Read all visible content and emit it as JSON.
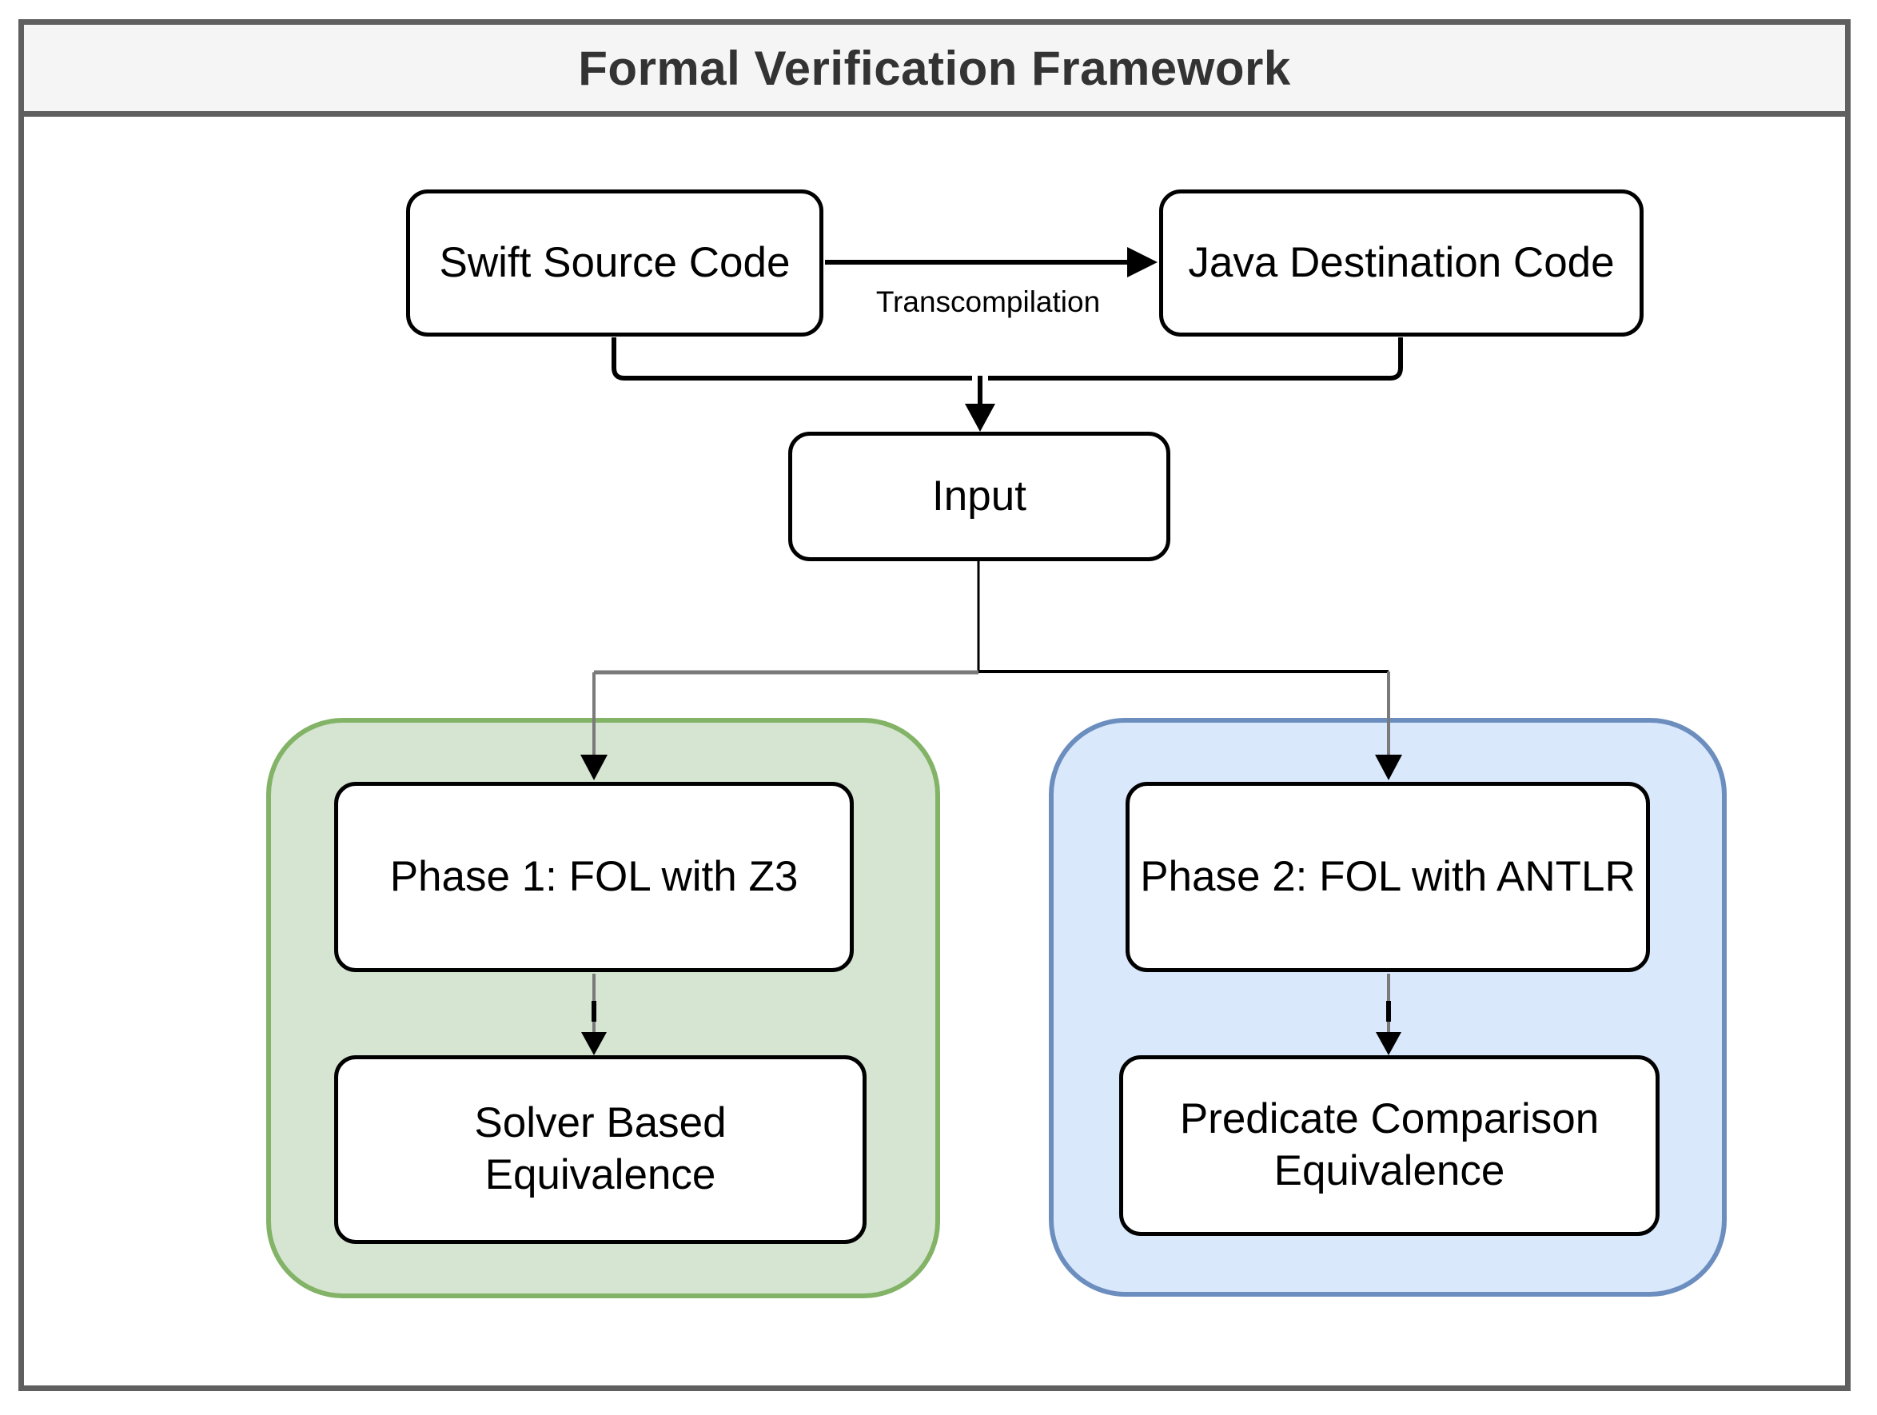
{
  "title": "Formal Verification Framework",
  "nodes": {
    "swift": {
      "label": "Swift Source Code"
    },
    "java": {
      "label": "Java Destination Code"
    },
    "input": {
      "label": "Input"
    },
    "phase1": {
      "label": "Phase 1: FOL with Z3"
    },
    "solver": {
      "lines": [
        "Solver Based",
        "Equivalence"
      ]
    },
    "phase2": {
      "label": "Phase 2: FOL with ANTLR"
    },
    "predicate": {
      "lines": [
        "Predicate Comparison",
        "Equivalence"
      ]
    }
  },
  "edges": {
    "transcompilation_label": "Transcompilation"
  },
  "colors": {
    "frame_border": "#5f5f5f",
    "titlebar_fill": "#f5f5f5",
    "title_text": "#333333",
    "node_fill": "#ffffff",
    "node_border": "#000000",
    "green_fill": "#d5e5d1",
    "green_border": "#82b366",
    "blue_fill": "#dae8fc",
    "blue_border": "#6c8ebf",
    "line_black": "#000000",
    "line_gray": "#7a7a7a"
  }
}
